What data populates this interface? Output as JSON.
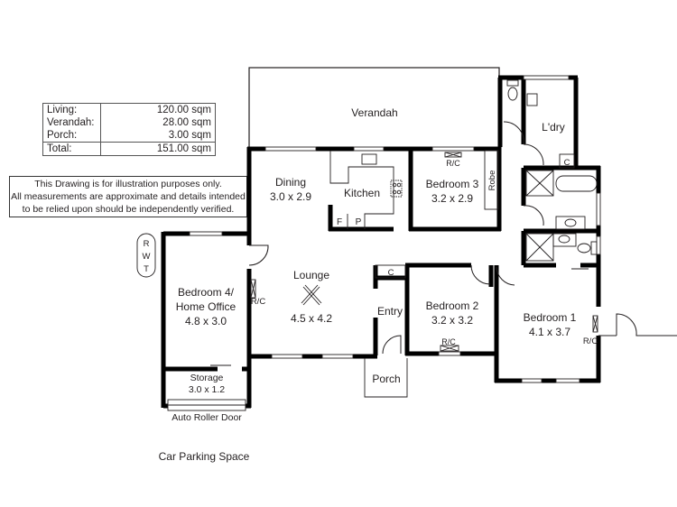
{
  "area_summary": {
    "rows": [
      {
        "label": "Living:",
        "value": "120.00 sqm"
      },
      {
        "label": "Verandah:",
        "value": "28.00 sqm"
      },
      {
        "label": "Porch:",
        "value": "3.00 sqm"
      }
    ],
    "total": {
      "label": "Total:",
      "value": "151.00 sqm"
    }
  },
  "disclaimer": {
    "line1": "This Drawing is for illustration purposes only.",
    "line2": "All measurements are approximate and details intended",
    "line3": "to be relied upon should be independently verified."
  },
  "rooms": {
    "verandah": {
      "name": "Verandah"
    },
    "dining": {
      "name": "Dining",
      "size": "3.0 x 2.9"
    },
    "kitchen": {
      "name": "Kitchen",
      "fridge": "F",
      "pantry": "P"
    },
    "bedroom3": {
      "name": "Bedroom 3",
      "size": "3.2 x 2.9",
      "robe": "Robe",
      "rc": "R/C"
    },
    "laundry": {
      "name": "L'dry",
      "cupboard": "C"
    },
    "bedroom4": {
      "name_line1": "Bedroom 4/",
      "name_line2": "Home Office",
      "size": "4.8 x 3.0"
    },
    "lounge": {
      "name": "Lounge",
      "size": "4.5 x 4.2",
      "rc": "R/C"
    },
    "entry": {
      "name": "Entry",
      "cupboard": "C"
    },
    "bedroom2": {
      "name": "Bedroom 2",
      "size": "3.2 x 3.2",
      "rc": "R/C"
    },
    "bedroom1": {
      "name": "Bedroom 1",
      "size": "4.1 x 3.7",
      "rc": "R/C"
    },
    "storage": {
      "name": "Storage",
      "size": "3.0 x 1.2",
      "door": "Auto Roller Door"
    },
    "porch": {
      "name": "Porch"
    }
  },
  "rwt": {
    "l1": "R",
    "l2": "W",
    "l3": "T"
  },
  "car_parking": "Car Parking Space"
}
